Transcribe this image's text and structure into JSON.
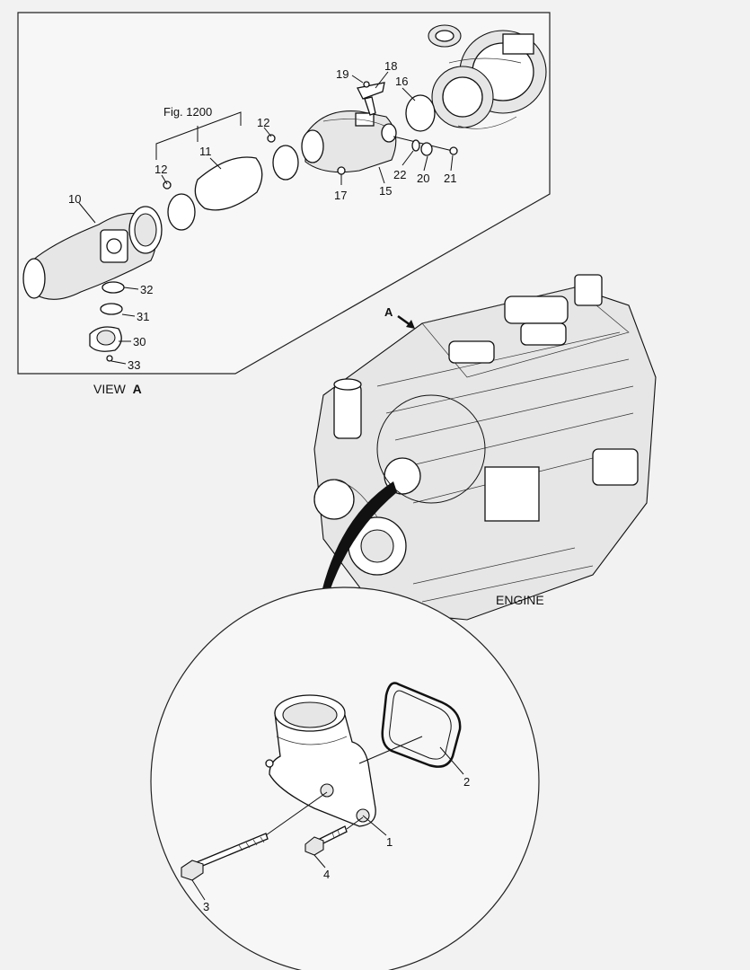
{
  "view_caption": {
    "prefix": "VIEW",
    "letter": "A"
  },
  "view_arrow_label": "A",
  "engine_label": "ENGINE",
  "fig_reference": "Fig. 1200",
  "callouts_view": [
    "10",
    "11",
    "12",
    "12",
    "15",
    "16",
    "17",
    "18",
    "19",
    "20",
    "21",
    "22",
    "30",
    "31",
    "32",
    "33"
  ],
  "callouts_detail": [
    "1",
    "2",
    "3",
    "4"
  ]
}
